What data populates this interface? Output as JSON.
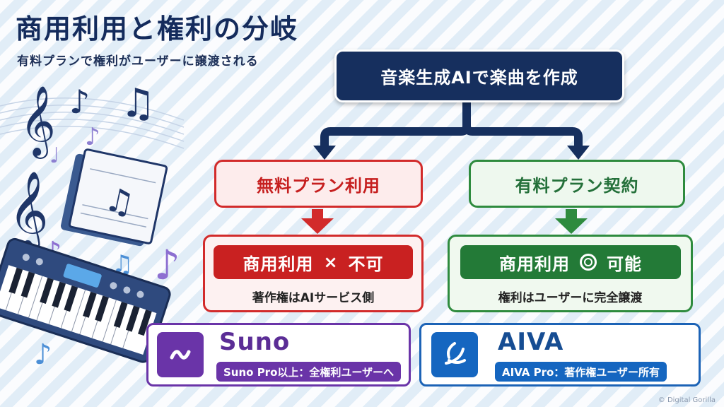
{
  "header": {
    "title": "商用利用と権利の分岐",
    "subtitle": "有料プランで権利がユーザーに譲渡される"
  },
  "flow": {
    "root": "音楽生成AIで楽曲を作成",
    "free": {
      "label": "無料プラン利用",
      "result_label": "商用利用",
      "result_mark": "×",
      "result_value": "不可",
      "note": "著作権はAIサービス側",
      "color": "#c92121"
    },
    "paid": {
      "label": "有料プラン契約",
      "result_label": "商用利用",
      "result_mark": "◎",
      "result_value": "可能",
      "note": "権利はユーザーに完全譲渡",
      "color": "#237a37"
    }
  },
  "services": {
    "suno": {
      "name": "Suno",
      "tag": "Suno Pro以上：全権利ユーザーへ",
      "color": "#6a34a8"
    },
    "aiva": {
      "name": "AIVA",
      "tag": "AIVA Pro：著作権ユーザー所有",
      "color": "#1566c0"
    }
  },
  "illustration_icons": [
    "treble-clef-icon",
    "music-note-icon",
    "sheet-music-icon",
    "keyboard-icon"
  ],
  "credit": "© Digital Gorilla"
}
